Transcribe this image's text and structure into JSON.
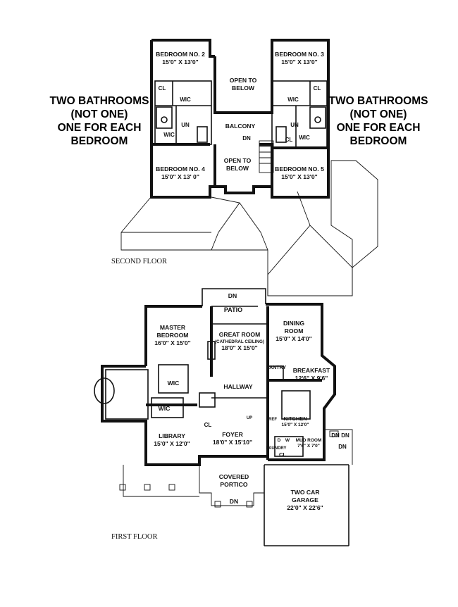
{
  "annotation": {
    "lines": [
      "TWO BATHROOMS",
      "(NOT ONE)",
      "ONE FOR EACH",
      "BEDROOM"
    ]
  },
  "captions": {
    "second_floor": "SECOND FLOOR",
    "first_floor": "FIRST FLOOR"
  },
  "second_floor": {
    "bedroom2": {
      "name": "BEDROOM NO. 2",
      "size": "15'0\" X 13'0\""
    },
    "bedroom3": {
      "name": "BEDROOM NO. 3",
      "size": "15'0\" X 13'0\""
    },
    "bedroom4": {
      "name": "BEDROOM NO. 4",
      "size": "15'0\" X 13' 0\""
    },
    "bedroom5": {
      "name": "BEDROOM NO. 5",
      "size": "15'0\" X 13'0\""
    },
    "open_top": [
      "OPEN TO",
      "BELOW"
    ],
    "open_bottom": [
      "OPEN TO",
      "BELOW"
    ],
    "balcony": "BALCONY",
    "dn": "DN",
    "cl": "CL",
    "wic": "WIC",
    "un": "UN"
  },
  "first_floor": {
    "patio": "PATIO",
    "patio_dn": "DN",
    "master": {
      "name": [
        "MASTER",
        "BEDROOM"
      ],
      "size": "16'0\" X 15'0\""
    },
    "great_room": {
      "name": "GREAT ROOM",
      "note": "(CATHEDRAL CEILING)",
      "size": "18'0\" X 15'0\""
    },
    "dining": {
      "name": [
        "DINING",
        "ROOM"
      ],
      "size": "15'0\" X 14'0\""
    },
    "pantry": "PANTRY",
    "breakfast": {
      "name": "BREAKFAST",
      "size": "12'6\" X 9'6\""
    },
    "hallway": "HALLWAY",
    "kitchen": {
      "name": "KITCHEN",
      "size": "15'0\" X 12'0\""
    },
    "library": {
      "name": "LIBRARY",
      "size": "15'0\" X 12'0\""
    },
    "foyer": {
      "name": "FOYER",
      "size": "18'0\" X 15'10\""
    },
    "mud_room": {
      "name": "MUD ROOM",
      "size": "7'6\" X 7'0\""
    },
    "laundry": "LAUNDRY",
    "dw": [
      "D",
      "W"
    ],
    "cl": "CL",
    "wic": "WIC",
    "up": "UP",
    "ref": "REF",
    "dn": "DN",
    "portico": [
      "COVERED",
      "PORTICO"
    ],
    "garage": {
      "name": [
        "TWO CAR",
        "GARAGE"
      ],
      "size": "22'0\" X 22'6\""
    }
  }
}
